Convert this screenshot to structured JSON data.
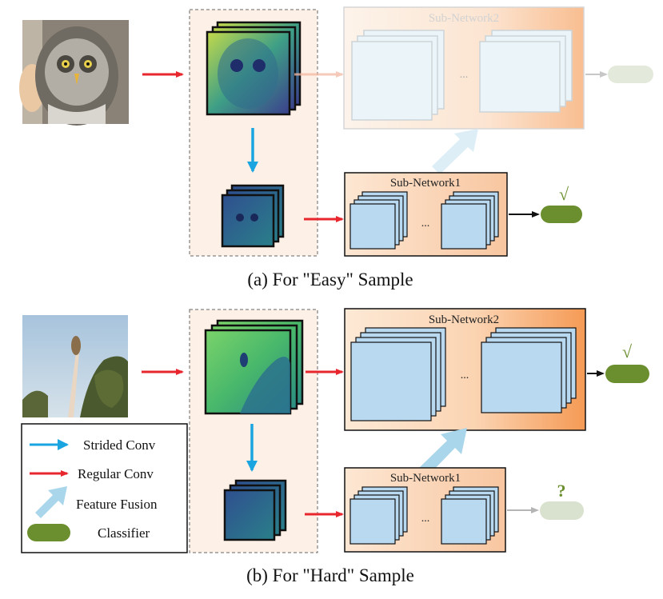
{
  "panel_a": {
    "caption": "(a) For \"Easy\" Sample",
    "subnet2_label": "Sub-Network2",
    "subnet1_label": "Sub-Network1",
    "ellipsis_2": "...",
    "ellipsis_1": "...",
    "result_mark": "√"
  },
  "panel_b": {
    "caption": "(b) For \"Hard\" Sample",
    "subnet2_label": "Sub-Network2",
    "subnet1_label": "Sub-Network1",
    "ellipsis_2": "...",
    "ellipsis_1": "...",
    "result_mark_subnet2": "√",
    "result_mark_subnet1": "?"
  },
  "legend": {
    "items": [
      {
        "label": "Strided Conv",
        "icon": "blue-arrow-icon"
      },
      {
        "label": "Regular Conv",
        "icon": "red-arrow-icon"
      },
      {
        "label": "Feature Fusion",
        "icon": "light-blue-fat-arrow-icon"
      },
      {
        "label": "Classifier",
        "icon": "green-pill-icon"
      }
    ]
  },
  "colors": {
    "strided_conv": "#1aa5e0",
    "regular_conv": "#e8262d",
    "feature_fusion": "#a9d6ea",
    "classifier": "#6b8f2e",
    "classifier_inactive": "#d9e2cf",
    "subnet_fill_light": "#fbe6d3",
    "subnet_fill_dark": "#f5a15f",
    "feature_map": "#b9d9f1"
  }
}
